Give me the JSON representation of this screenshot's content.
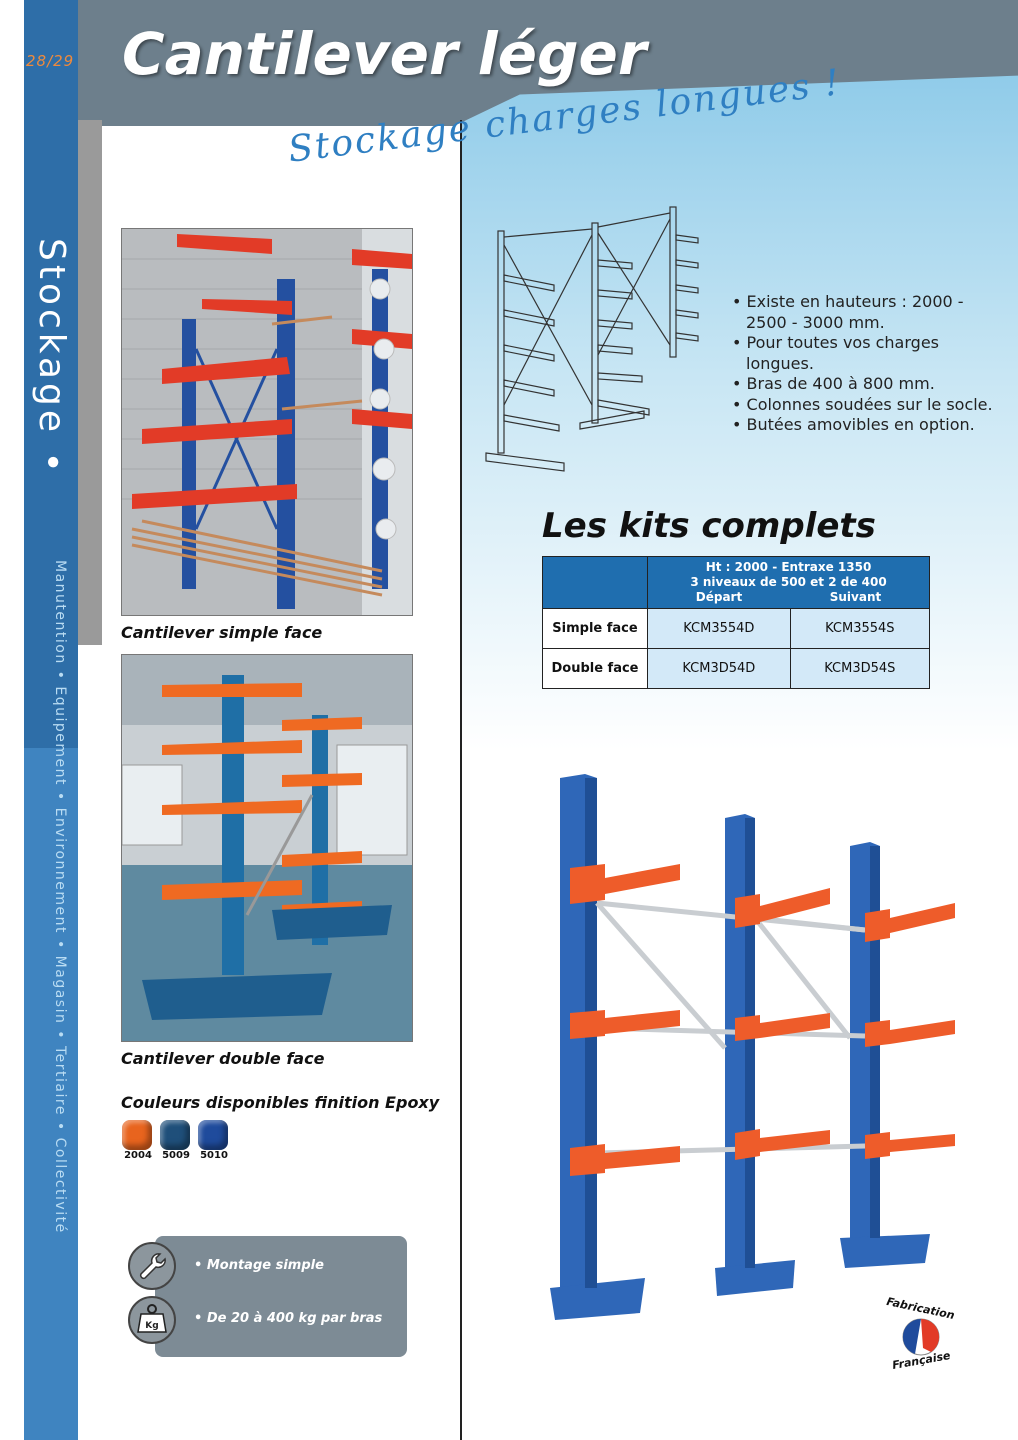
{
  "header": {
    "page_number": "28/29",
    "title": "Cantilever léger",
    "tagline": "Stockage charges longues !"
  },
  "sidebar": {
    "section": "Stockage •",
    "categories": "Manutention • Equipement • Environnement • Magasin • Tertiaire • Collectivité"
  },
  "photos": [
    {
      "caption": "Cantilever simple face"
    },
    {
      "caption": "Cantilever double face"
    }
  ],
  "colors": {
    "title": "Couleurs disponibles finition Epoxy",
    "swatches": [
      {
        "code": "2004",
        "hex": "#e8641e"
      },
      {
        "code": "5009",
        "hex": "#1f4f7a"
      },
      {
        "code": "5010",
        "hex": "#1f4b9c"
      }
    ]
  },
  "bullets": [
    "• Existe en hauteurs : 2000 - 2500 - 3000 mm.",
    "• Pour toutes vos charges longues.",
    "• Bras de 400 à 800 mm.",
    "• Colonnes soudées sur le socle.",
    "• Butées amovibles en option."
  ],
  "kits": {
    "title": "Les kits complets",
    "header_line1": "Ht : 2000 - Entraxe 1350",
    "header_line2": "3 niveaux de 500 et 2 de 400",
    "col_depart": "Départ",
    "col_suivant": "Suivant",
    "rows": [
      {
        "label": "Simple face",
        "depart": "KCM3554D",
        "suivant": "KCM3554S"
      },
      {
        "label": "Double face",
        "depart": "KCM3D54D",
        "suivant": "KCM3D54S"
      }
    ]
  },
  "features": [
    "• Montage simple",
    "• De 20 à 400 kg par bras"
  ],
  "icon_labels": {
    "weight": "Kg"
  },
  "badge": {
    "top": "Fabrication",
    "bottom": "Française"
  }
}
